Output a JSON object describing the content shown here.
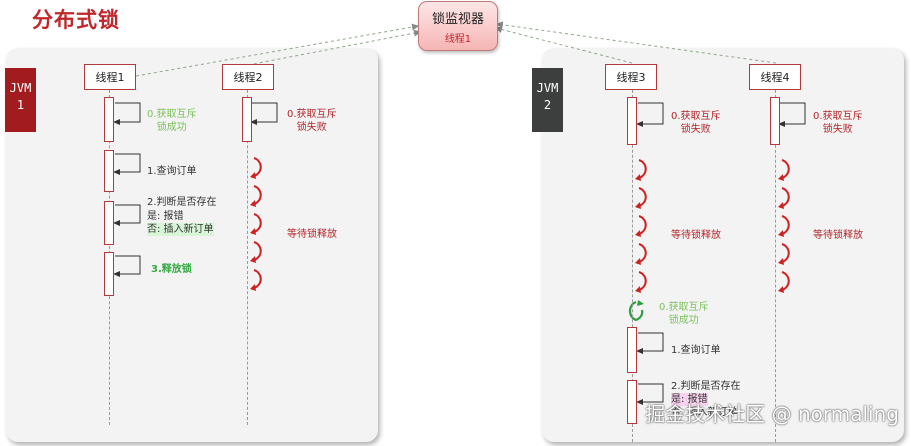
{
  "title": "分布式锁",
  "monitor": {
    "title": "锁监视器",
    "subtitle": "线程1"
  },
  "jvm1": {
    "label": "JVM\n1",
    "color": "#a21c1f"
  },
  "jvm2": {
    "label": "JVM\n2",
    "color": "#3c3f3d"
  },
  "threads": {
    "t1": "线程1",
    "t2": "线程2",
    "t3": "线程3",
    "t4": "线程4"
  },
  "t1_steps": {
    "s0": "0.获取互斥\n锁成功",
    "s1": "1.查询订单",
    "s2_a": "2.判断是否存在",
    "s2_b": "是: 报错",
    "s2_c": "否: 插入新订单",
    "s3": "3.释放锁"
  },
  "t2_steps": {
    "s0": "0.获取互斥\n锁失败",
    "wait": "等待锁释放"
  },
  "t3_steps": {
    "s0": "0.获取互斥\n锁失败",
    "wait": "等待锁释放",
    "s0b": "0.获取互斥\n锁成功",
    "s1": "1.查询订单",
    "s2_a": "2.判断是否存在",
    "s2_b": "是: 报错",
    "s2_c": "否: 插入新订单"
  },
  "t4_steps": {
    "s0": "0.获取互斥\n锁失败",
    "wait": "等待锁释放"
  },
  "colors": {
    "accent": "#c0262b",
    "wait_arrow": "#cc2222",
    "success_arrow": "#2e9d3f"
  },
  "watermark": "掘金技术社区 @ normaling"
}
